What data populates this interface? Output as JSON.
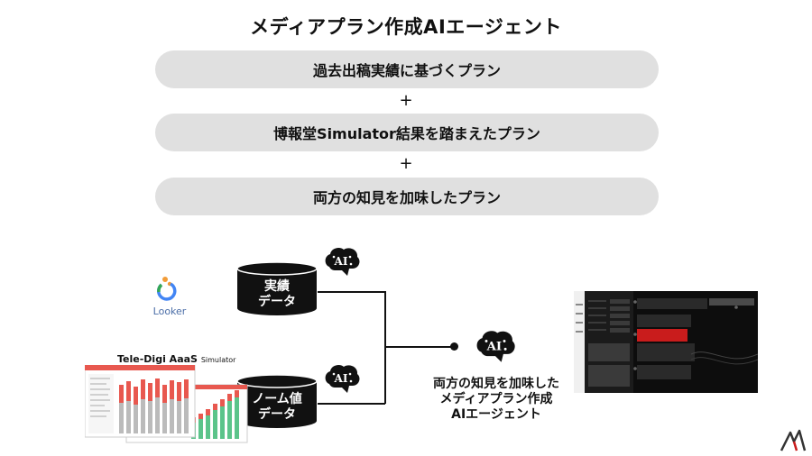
{
  "title": "メディアプラン作成AIエージェント",
  "plans": [
    "過去出稿実績に基づくプラン",
    "博報堂Simulator結果を踏まえたプラン",
    "両方の知見を加味したプラン"
  ],
  "plus_symbol": "+",
  "databases": {
    "actual": [
      "実績",
      "データ"
    ],
    "norm": [
      "ノーム値",
      "データ"
    ]
  },
  "ai_label": "AI",
  "tools": {
    "looker": "Looker",
    "simulator_name": "Tele-Digi AaaS",
    "simulator_suffix": "Simulator"
  },
  "agent_caption": [
    "両方の知見を加味した",
    "メディアプラン作成",
    "AIエージェント"
  ],
  "colors": {
    "pill": "#e0e0e0",
    "looker_orange": "#f29c38",
    "looker_blue": "#4285f4",
    "looker_green": "#34a853",
    "bar_red": "#e8584f",
    "bar_green": "#5bc48a"
  }
}
